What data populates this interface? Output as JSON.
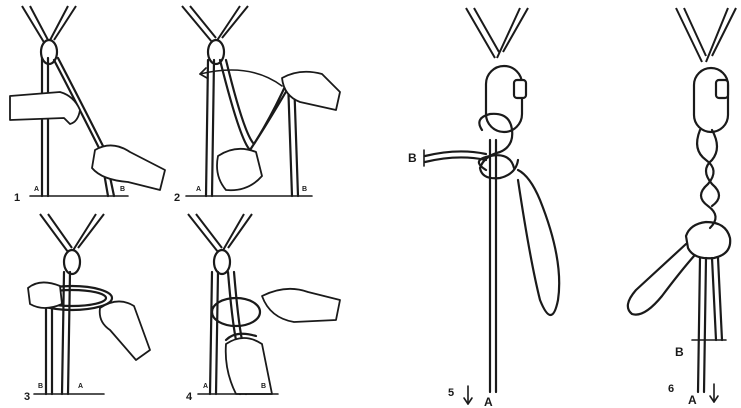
{
  "steps": {
    "s1": {
      "number": "1",
      "left": "A",
      "right": "B"
    },
    "s2": {
      "number": "2",
      "left": "A",
      "right": "B"
    },
    "s3": {
      "number": "3",
      "left": "B",
      "right": "A"
    },
    "s4": {
      "number": "4",
      "left": "A",
      "right": "B"
    },
    "s5": {
      "number": "5",
      "end_a": "A",
      "end_b": "B"
    },
    "s6": {
      "number": "6",
      "end_a": "A",
      "end_b": "B"
    }
  }
}
